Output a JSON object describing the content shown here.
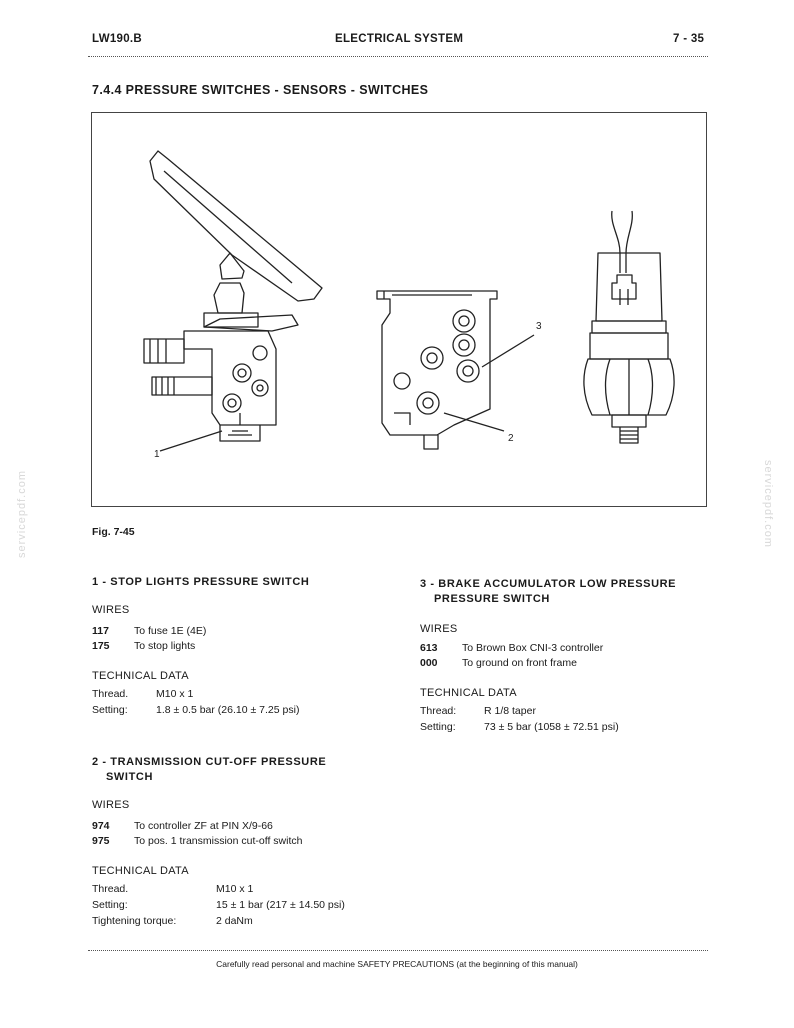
{
  "header": {
    "left": "LW190.B",
    "center": "ELECTRICAL SYSTEM",
    "right": "7 - 35"
  },
  "section_title": "7.4.4 PRESSURE SWITCHES - SENSORS - SWITCHES",
  "figure": {
    "callouts": [
      "1",
      "2",
      "3"
    ],
    "caption": "Fig. 7-45"
  },
  "watermark": "servicepdf.com",
  "sections": {
    "s1": {
      "title": "1 - STOP LIGHTS PRESSURE SWITCH",
      "wires_label": "WIRES",
      "wires": [
        {
          "code": "117",
          "text": "To fuse 1E (4E)"
        },
        {
          "code": "175",
          "text": "To stop lights"
        }
      ],
      "tech_label": "TECHNICAL DATA",
      "tech": [
        {
          "label": "Thread.",
          "value": "M10 x 1"
        },
        {
          "label": "Setting:",
          "value": "1.8 ± 0.5 bar (26.10 ± 7.25 psi)"
        }
      ]
    },
    "s2": {
      "title_line1": "2 - TRANSMISSION  CUT-OFF  PRESSURE",
      "title_line2": "SWITCH",
      "wires_label": "WIRES",
      "wires": [
        {
          "code": "974",
          "text": "To controller ZF at PIN X/9-66"
        },
        {
          "code": "975",
          "text": "To pos. 1 transmission cut-off switch"
        }
      ],
      "tech_label": "TECHNICAL DATA",
      "tech": [
        {
          "label": "Thread.",
          "value": "M10 x 1"
        },
        {
          "label": "Setting:",
          "value": "15 ± 1 bar (217 ± 14.50 psi)"
        },
        {
          "label": "Tightening torque:",
          "value": "2 daNm"
        }
      ]
    },
    "s3": {
      "title_line1": "3 - BRAKE ACCUMULATOR LOW PRESSURE",
      "title_line2": "PRESSURE SWITCH",
      "wires_label": "WIRES",
      "wires": [
        {
          "code": "613",
          "text": "To Brown Box CNI-3 controller"
        },
        {
          "code": "000",
          "text": "To ground on front frame"
        }
      ],
      "tech_label": "TECHNICAL DATA",
      "tech": [
        {
          "label": "Thread:",
          "value": "R 1/8 taper"
        },
        {
          "label": "Setting:",
          "value": "73 ± 5 bar (1058 ± 72.51 psi)"
        }
      ]
    }
  },
  "footer": "Carefully read personal and machine SAFETY PRECAUTIONS (at the beginning of this manual)"
}
